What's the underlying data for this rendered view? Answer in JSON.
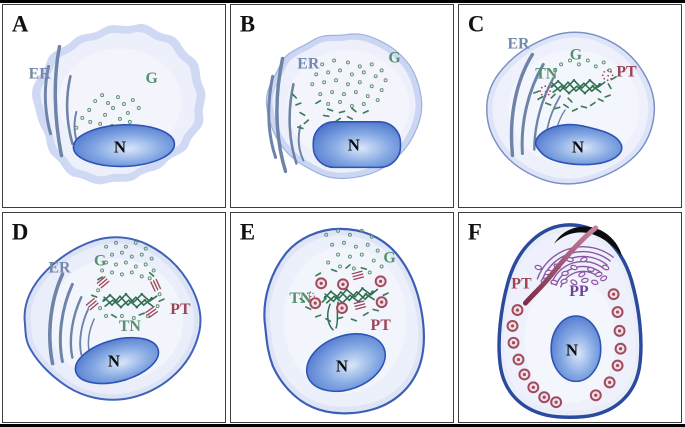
{
  "figure": {
    "type": "scientific-diagram",
    "description_visible_text_only": true,
    "panels": [
      {
        "letter": "A",
        "labels": {
          "er": "ER",
          "g": "G",
          "n": "N"
        }
      },
      {
        "letter": "B",
        "labels": {
          "er": "ER",
          "g": "G",
          "n": "N"
        }
      },
      {
        "letter": "C",
        "labels": {
          "er": "ER",
          "g": "G",
          "tn": "TN",
          "pt": "PT",
          "n": "N"
        }
      },
      {
        "letter": "D",
        "labels": {
          "er": "ER",
          "g": "G",
          "tn": "TN",
          "pt": "PT",
          "n": "N"
        }
      },
      {
        "letter": "E",
        "labels": {
          "g": "G",
          "tn": "TN",
          "pt": "PT",
          "n": "N"
        }
      },
      {
        "letter": "F",
        "labels": {
          "pt": "PT",
          "pp": "PP",
          "n": "N"
        }
      }
    ],
    "palette": {
      "er_slate": "#6e83a8",
      "granule_green": "#5f9474",
      "network_green": "#2e7050",
      "polar_tube_maroon": "#9d4355",
      "polaroplast_purple": "#8a55a2",
      "nucleus_blue": "#3a63c4",
      "cell_membrane_blue": "#3f63b6",
      "cell_fill": "#edf0fa",
      "anchoring_disc_black": "#0c0c0c"
    }
  }
}
